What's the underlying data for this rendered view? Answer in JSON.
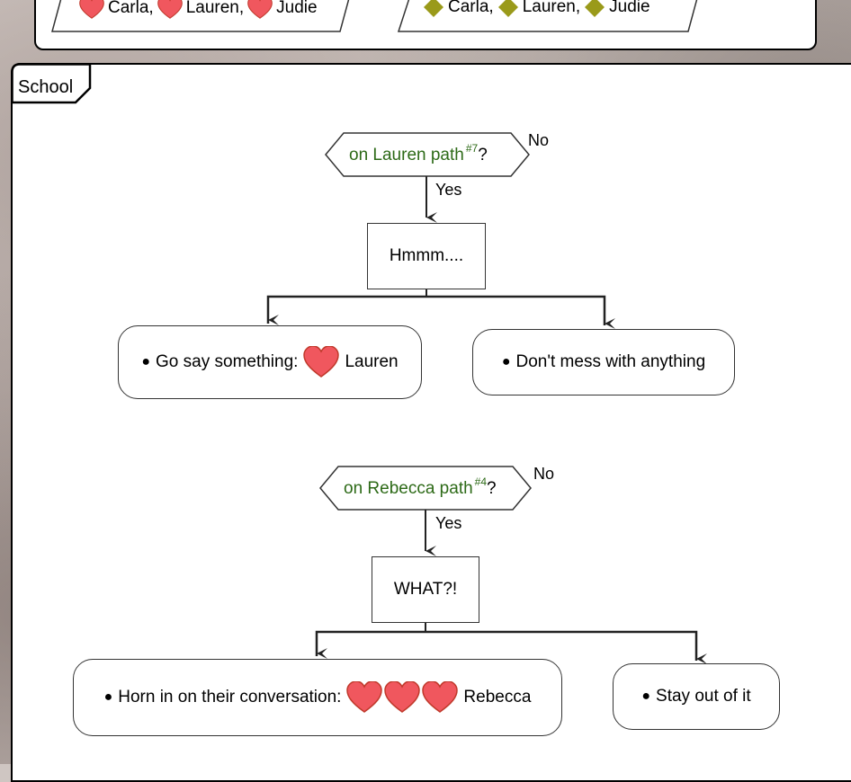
{
  "top_panel": {
    "left_group": {
      "icon": "heart-icon",
      "names": [
        "Carla,",
        "Lauren,",
        "Judie"
      ]
    },
    "right_group": {
      "icon": "diamond-icon",
      "names": [
        "Carla,",
        "Lauren,",
        "Judie"
      ]
    }
  },
  "school": {
    "title": "School",
    "block1": {
      "condition_text": "on Lauren path",
      "condition_ref": "#7",
      "condition_q": "?",
      "no_label": "No",
      "yes_label": "Yes",
      "action": "Hmmm....",
      "options": [
        {
          "text": "Go say something:",
          "hearts": 1,
          "target": "Lauren"
        },
        {
          "text": "Don't mess with anything"
        }
      ]
    },
    "block2": {
      "condition_text": "on Rebecca path",
      "condition_ref": "#4",
      "condition_q": "?",
      "no_label": "No",
      "yes_label": "Yes",
      "action": "WHAT?!",
      "options": [
        {
          "text": "Horn in on their conversation:",
          "hearts": 3,
          "target": "Rebecca"
        },
        {
          "text": "Stay out of it"
        }
      ]
    }
  },
  "colors": {
    "condition_text": "#2d6a17",
    "heart_fill": "#f0575e",
    "diamond_fill": "#9a9a1a",
    "line": "#333333"
  }
}
